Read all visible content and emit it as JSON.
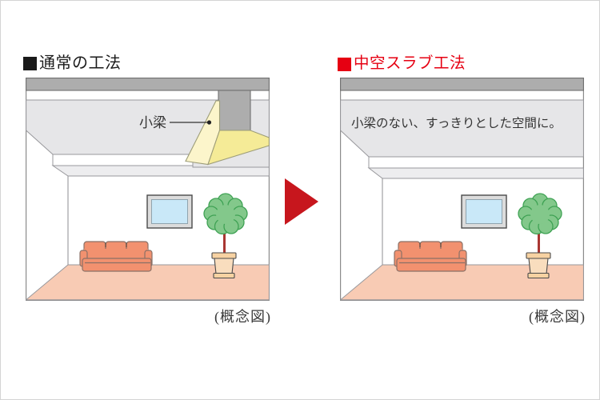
{
  "left_panel": {
    "title": "通常の工法",
    "beam_label": "小梁",
    "caption": "(概念図)"
  },
  "right_panel": {
    "title": "中空スラブ工法",
    "description": "小梁のない、すっきりとした空間に。",
    "caption": "(概念図)"
  },
  "colors": {
    "title_black": "#1A1A1A",
    "accent_red": "#E60012",
    "arrow_red": "#C7161D",
    "slab_gray": "#ADADAD",
    "ceiling_plate_gray": "#E6E6E8",
    "lower_strip_gray": "#EDEDEF",
    "beam_yellow_light": "#FCF5CB",
    "beam_yellow": "#F5EB97",
    "floor_pink": "#F8CBB4",
    "sofa_coral": "#F2916F",
    "window_blue": "#C9E8F8",
    "plant_green": "#83C88B",
    "plant_stem_red": "#A93632",
    "pot_tan": "#F7D2A2",
    "outline_gray": "#98989C"
  }
}
